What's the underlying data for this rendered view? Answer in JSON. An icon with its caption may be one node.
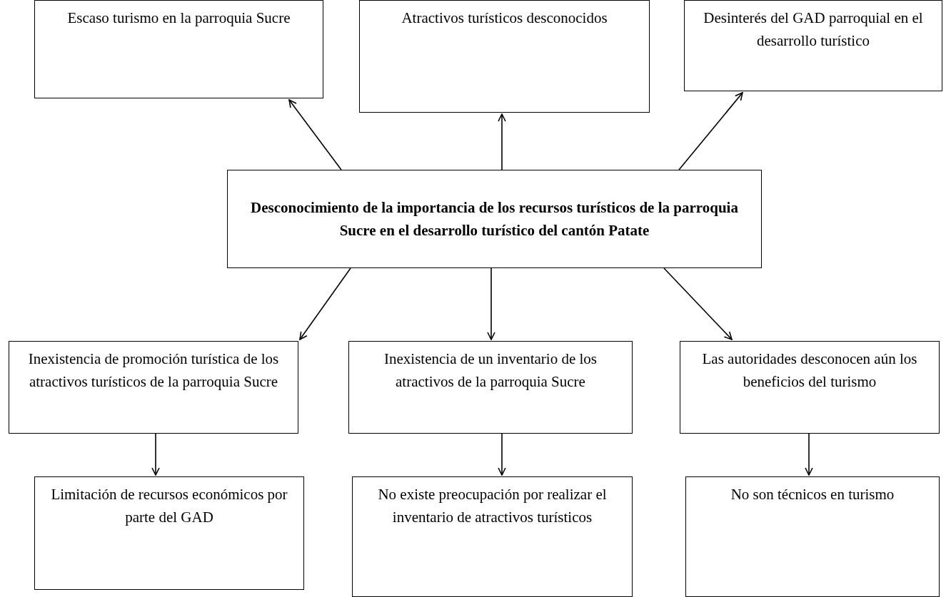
{
  "diagram": {
    "nodes": [
      {
        "text": [
          "Escaso turismo en la parroquia Sucre"
        ]
      },
      {
        "text": [
          "Atractivos turísticos desconocidos"
        ]
      },
      {
        "text": [
          "Desinterés del GAD parroquial en el desarrollo turístico"
        ]
      },
      {
        "text": [
          "Desconocimiento de la importancia de los recursos turísticos de la parroquia Sucre en el desarrollo turístico del cantón Patate"
        ]
      },
      {
        "text": [
          "Inexistencia de promoción turística de los atractivos turísticos de la parroquia Sucre"
        ]
      },
      {
        "text": [
          "Inexistencia de un inventario de los atractivos de la parroquia Sucre"
        ]
      },
      {
        "text": [
          "Las autoridades desconocen aún los beneficios del turismo"
        ]
      },
      {
        "text": [
          "Limitación de recursos económicos por parte del GAD"
        ]
      },
      {
        "text": [
          "No existe preocupación por realizar el inventario de atractivos turísticos"
        ]
      },
      {
        "text": [
          "No son técnicos en turismo"
        ]
      }
    ],
    "edges": [
      {
        "from": 3,
        "to": 0,
        "arrow": "to"
      },
      {
        "from": 3,
        "to": 1,
        "arrow": "to"
      },
      {
        "from": 3,
        "to": 2,
        "arrow": "to"
      },
      {
        "from": 3,
        "to": 4,
        "arrow": "to"
      },
      {
        "from": 3,
        "to": 5,
        "arrow": "to"
      },
      {
        "from": 3,
        "to": 6,
        "arrow": "to"
      },
      {
        "from": 4,
        "to": 7,
        "arrow": "to"
      },
      {
        "from": 5,
        "to": 8,
        "arrow": "to"
      },
      {
        "from": 6,
        "to": 9,
        "arrow": "to"
      }
    ]
  }
}
